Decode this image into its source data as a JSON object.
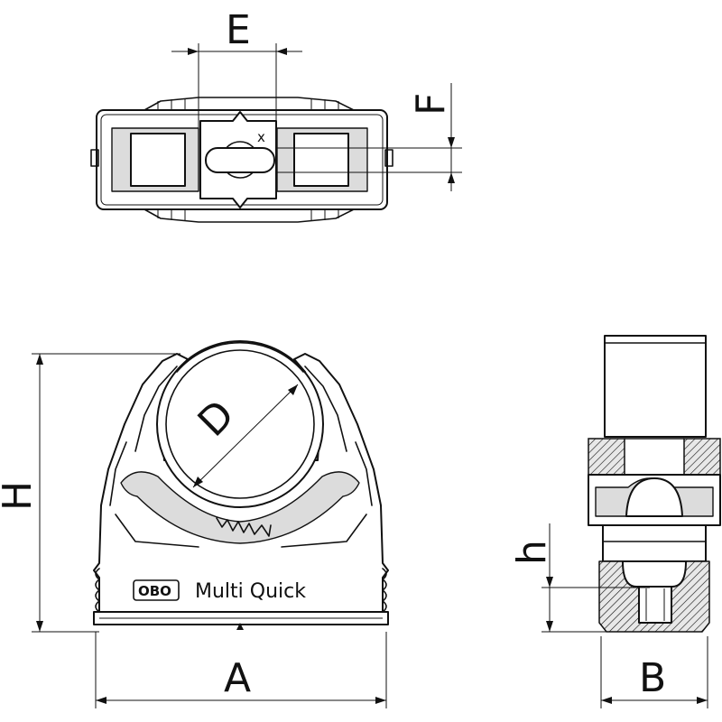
{
  "dimensions": {
    "E": "E",
    "F": "F",
    "D": "D",
    "H": "H",
    "A": "A",
    "h": "h",
    "B": "B"
  },
  "product": {
    "logo": "OBO",
    "name": "Multi Quick"
  },
  "marks": {
    "x_mark": "x"
  }
}
